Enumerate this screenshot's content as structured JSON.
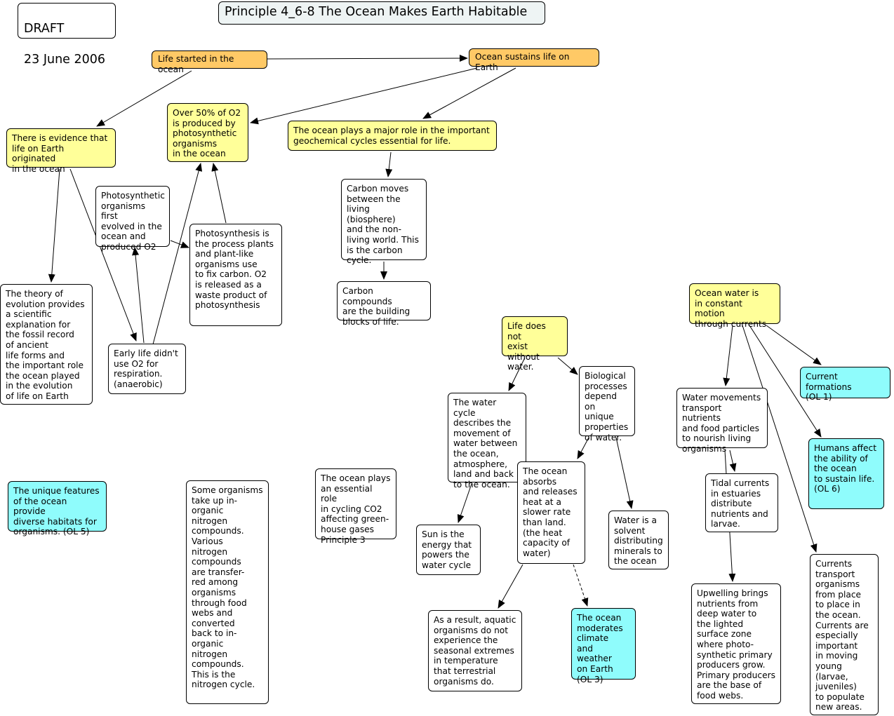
{
  "draft": {
    "line1": "DRAFT",
    "line2": "23 June 2006"
  },
  "title": "Principle 4_6-8 The Ocean Makes Earth Habitable",
  "nodes": {
    "life_started": "Life started in the ocean",
    "ocean_sustains": "Ocean sustains life on Earth",
    "evidence_origin": "There is evidence that\nlife on Earth originated\nin the ocean",
    "over50_o2": "Over 50% of O2\nis produced by\nphotosynthetic\norganisms\nin the ocean",
    "geochemical_cycles": "The ocean plays a major role in the important\ngeochemical cycles essential for life.",
    "photo_first": "Photosynthetic\norganisms first\nevolved in the\nocean and\nproduced O2",
    "photosynthesis": "Photosynthesis is\nthe process plants\nand plant-like\norganisms use\nto fix carbon. O2\nis released as a\nwaste product of\nphotosynthesis",
    "carbon_moves": "Carbon moves\nbetween the\nliving (biosphere)\nand the non-\nliving world. This\nis the carbon\ncycle.",
    "carbon_compounds": "Carbon compounds\nare the building\nblocks of life.",
    "theory_evolution": "The theory of\nevolution provides\na scientific\nexplanation for\nthe fossil record\nof ancient\nlife forms and\nthe important role\nthe ocean played\nin the evolution\nof life on Earth",
    "early_life": "Early life didn't\nuse O2 for\nrespiration.\n(anaerobic)",
    "ocean_motion": "Ocean water is\nin constant motion\nthrough currents",
    "life_water": "Life does not\nexist without\nwater.",
    "biological": "Biological\nprocesses\ndepend on\nunique\nproperties\nof water.",
    "current_formations": "Current formations\n(OL 1)",
    "water_movements": "Water movements\ntransport nutrients\nand food particles\nto nourish living\norganisms",
    "water_cycle": "The water cycle\ndescribes the\nmovement of\nwater between\nthe ocean,\natmosphere,\nland and back\nto the ocean.",
    "humans_affect": "Humans affect\nthe ability of\nthe ocean\nto sustain life.\n(OL 6)",
    "unique_features": "The unique features\nof the ocean provide\ndiverse habitats for\norganisms. (OL 5)",
    "nitrogen": "Some organisms\ntake up in-\norganic\nnitrogen\ncompounds.\nVarious\nnitrogen\ncompounds\nare transfer-\nred among\norganisms\nthrough food\nwebs and\nconverted\nback to in-\norganic\nnitrogen\ncompounds.\nThis is the\nnitrogen cycle.",
    "co2_role": "The ocean plays\nan essential role\nin cycling CO2\naffecting green-\nhouse gases\nPrinciple 3",
    "absorbs_heat": "The ocean\nabsorbs\nand releases\nheat at a\nslower rate\nthan land.\n(the heat\ncapacity of\nwater)",
    "tidal": "Tidal currents\nin estuaries\ndistribute\nnutrients and\nlarvae.",
    "sun_energy": "Sun is the\nenergy that\npowers the\nwater cycle",
    "solvent": "Water is a\nsolvent\ndistributing\nminerals to\nthe ocean",
    "currents_transport": "Currents\ntransport\norganisms\nfrom place\nto place in\nthe ocean.\nCurrents are\nespecially\nimportant\nin moving\nyoung\n(larvae,\njuveniles)\nto populate\nnew areas.",
    "upwelling": "Upwelling brings\nnutrients from\ndeep water to\nthe lighted\nsurface zone\nwhere photo-\nsynthetic primary\nproducers grow.\nPrimary producers\nare the base of\nfood webs.",
    "aquatic_extremes": "As a result, aquatic\norganisms do not\nexperience the\nseasonal extremes\nin temperature\nthat terrestrial\norganisms do.",
    "moderates_climate": "The ocean\nmoderates\nclimate\nand weather\non Earth\n(OL 3)"
  },
  "colors": {
    "orange": "#ffc966",
    "yellow": "#ffff99",
    "cyan": "#8ffcfc",
    "title_bg": "#eef4f4"
  }
}
